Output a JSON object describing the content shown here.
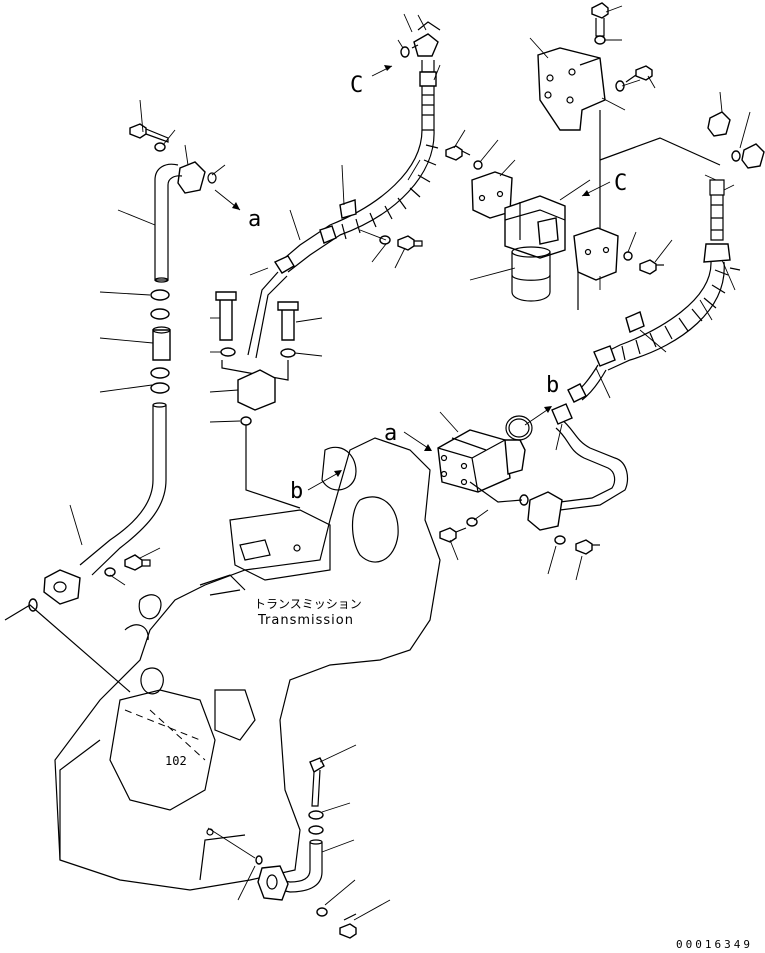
{
  "diagram": {
    "part_labels": {
      "transmission_jp": "トランスミッション",
      "transmission_en": "Transmission"
    },
    "callouts": {
      "a_left": "a",
      "a_right": "a",
      "b_lower": "b",
      "b_upper": "b",
      "c_top": "C",
      "c_right": "C"
    },
    "drawing_code": "00016349"
  }
}
